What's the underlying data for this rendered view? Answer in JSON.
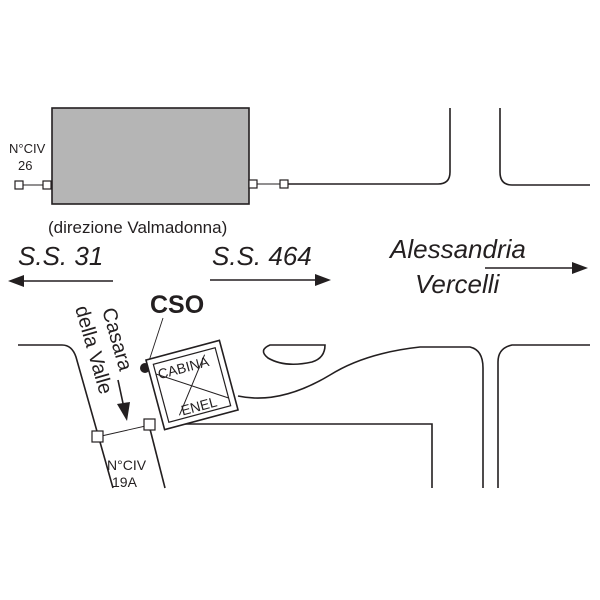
{
  "labels": {
    "civ_top": "N°CIV",
    "civ_top_num": "26",
    "direction": "(direzione Valmadonna)",
    "ss31": "S.S. 31",
    "ss464": "S.S. 464",
    "alessandria": "Alessandria",
    "vercelli": "Vercelli",
    "cso": "CSO",
    "street_line1": "Casara",
    "street_line2": "della Valle",
    "cabina": "CABINA",
    "enel": "ENEL",
    "civ_bottom": "N°CIV",
    "civ_bottom_num": "19A"
  },
  "colors": {
    "building": "#b5b5b5",
    "ink": "#231f20"
  }
}
